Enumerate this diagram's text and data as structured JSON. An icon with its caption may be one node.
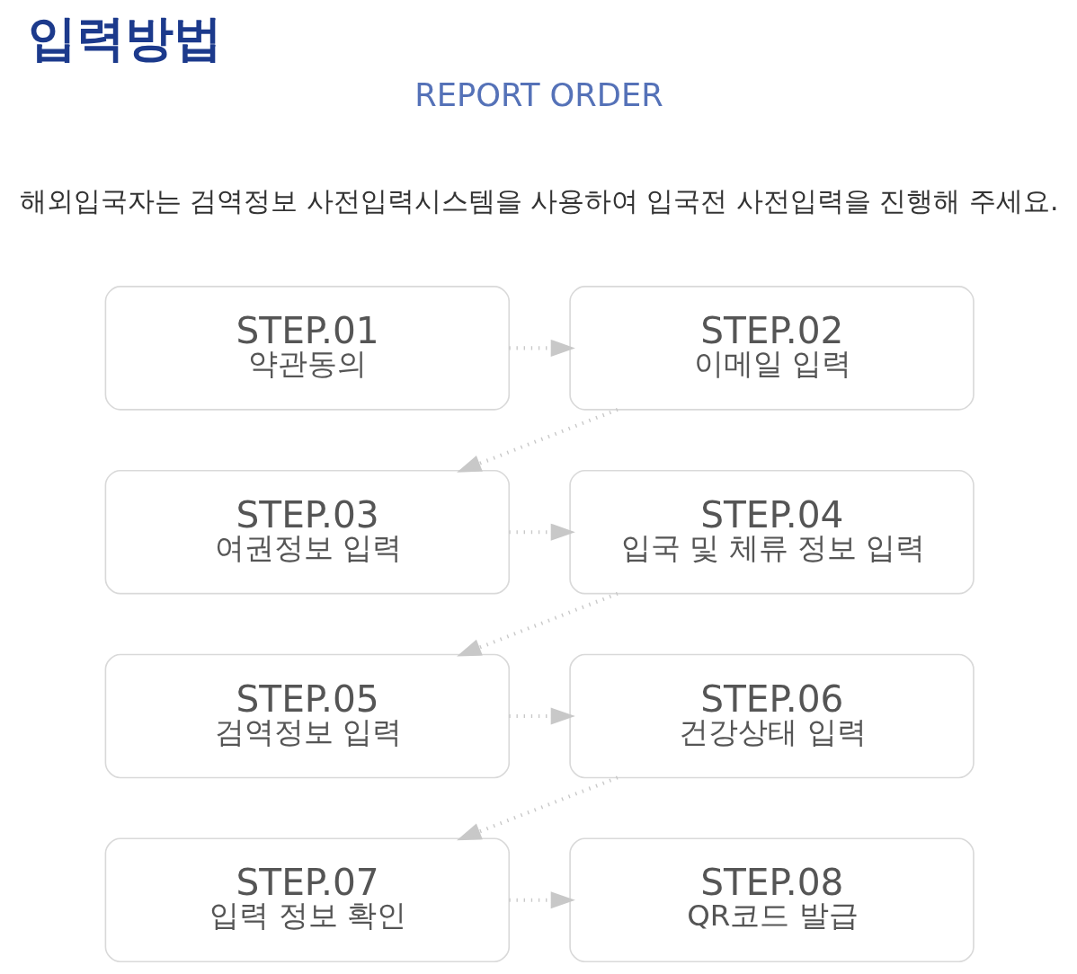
{
  "diagram": {
    "title": "입력방법",
    "nodes": [
      {
        "text": [
          "STEP.01",
          "약관동의"
        ]
      },
      {
        "text": [
          "STEP.02",
          "이메일 입력"
        ]
      },
      {
        "text": [
          "STEP.03",
          "여권정보 입력"
        ]
      },
      {
        "text": [
          "STEP.04",
          "입국 및 체류 정보 입력"
        ]
      },
      {
        "text": [
          "STEP.05",
          "검역정보 입력"
        ]
      },
      {
        "text": [
          "STEP.06",
          "건강상태 입력"
        ]
      },
      {
        "text": [
          "STEP.07",
          "입력 정보 확인"
        ]
      },
      {
        "text": [
          "STEP.08",
          "QR코드 발급"
        ]
      }
    ],
    "edges": [
      {
        "from": 0,
        "to": 1,
        "arrow": "to"
      },
      {
        "from": 1,
        "to": 2,
        "arrow": "to"
      },
      {
        "from": 2,
        "to": 3,
        "arrow": "to"
      },
      {
        "from": 3,
        "to": 4,
        "arrow": "to"
      },
      {
        "from": 4,
        "to": 5,
        "arrow": "to"
      },
      {
        "from": 5,
        "to": 6,
        "arrow": "to"
      },
      {
        "from": 6,
        "to": 7,
        "arrow": "to"
      }
    ],
    "labels": [
      "REPORT ORDER",
      "해외입국자는 검역정보 사전입력시스템을 사용하여 입국전 사전입력을 진행해 주세요."
    ]
  }
}
